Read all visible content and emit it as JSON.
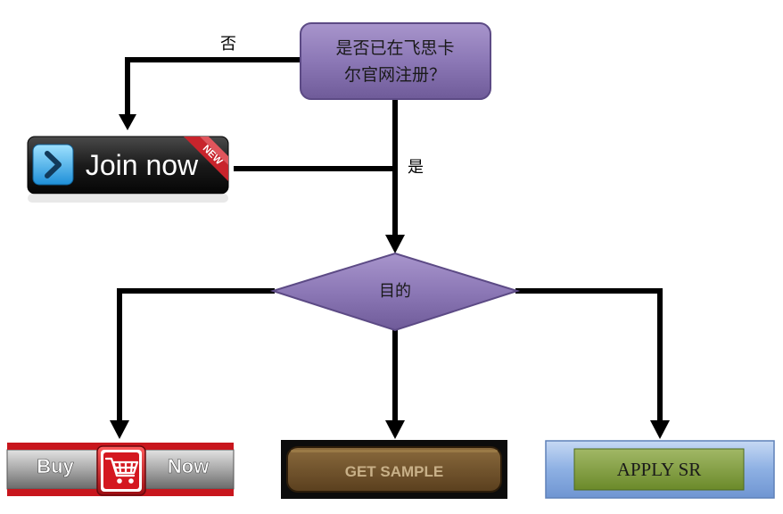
{
  "diagram": {
    "decision_question_line1": "是否已在飞思卡",
    "decision_question_line2": "尔官网注册？",
    "branch_no_label": "否",
    "branch_yes_label": "是",
    "purpose_label": "目的"
  },
  "buttons": {
    "join_now": {
      "label": "Join now",
      "badge": "NEW"
    },
    "buy_now": {
      "left_label": "Buy",
      "right_label": "Now"
    },
    "get_sample": {
      "label": "GET SAMPLE"
    },
    "apply_sr": {
      "label": "APPLY SR"
    }
  },
  "colors": {
    "purple": "#7e6aa6",
    "connector": "#000000",
    "join_red": "#c8242c",
    "buy_red": "#c8161d",
    "sample_brown": "#6b4f2a",
    "apply_blue": "#8fb1e3",
    "apply_green": "#7f9a3c"
  }
}
